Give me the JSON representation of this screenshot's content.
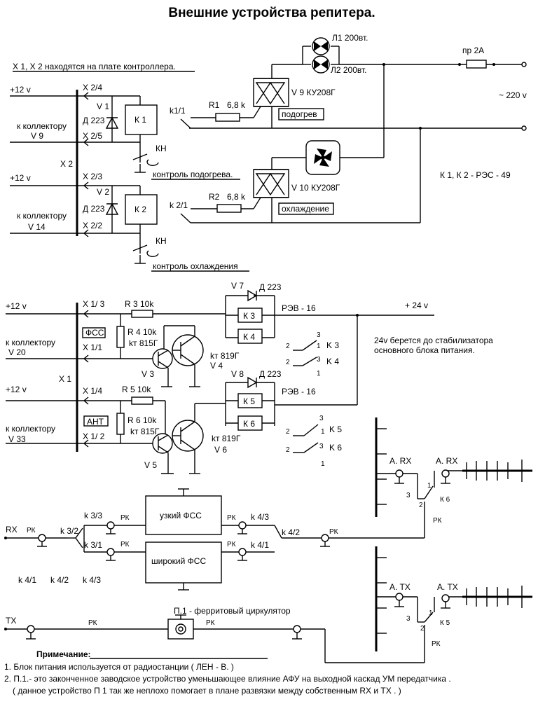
{
  "title": "Внешние устройства репитера.",
  "top": {
    "x_note": "X 1, X 2 находятся на плате контроллера.",
    "lamp1": "Л1 200вт.",
    "lamp2": "Л2 200вт.",
    "fuse": "пр 2А",
    "mains": "~ 220 v",
    "v9": "V 9 КУ208Г",
    "v10": "V 10 КУ208Г",
    "r1": "R1",
    "r1_val": "6,8 k",
    "r2": "R2",
    "r2_val": "6,8 k",
    "k11": "k1/1",
    "k21": "k 2/1",
    "heat": "подогрев",
    "cool": "охлаждение",
    "relays_note": "К 1, К 2 - РЭС - 49",
    "p12a": "+12 v",
    "p12b": "+12 v",
    "x24": "X 2/4",
    "x25": "X 2/5",
    "x23": "X 2/3",
    "x22": "X 2/2",
    "x2": "X 2",
    "v1": "V 1",
    "v2": "V 2",
    "d1": "Д 223",
    "d2": "Д 223",
    "k1": "К 1",
    "k2": "К 2",
    "coll1": "к коллектору",
    "coll1b": "V 9",
    "coll2": "к коллектору",
    "coll2b": "V 14",
    "kn1": "КН",
    "kn2": "КН",
    "ctrl_heat": "контроль подогрева.",
    "ctrl_cool": "контроль охлаждения"
  },
  "mid": {
    "p12a": "+12 v",
    "p12b": "+12 v",
    "x13": "X 1/ 3",
    "x11": "X 1/1",
    "x14": "X 1/4",
    "x12": "X 1/ 2",
    "x1": "X 1",
    "fss": "ФСС",
    "ant": "АНТ",
    "r3": "R 3  10k",
    "r4": "R 4  10k",
    "r5": "R 5  10k",
    "r6": "R 6  10k",
    "kt815a": "kт 815Г",
    "kt815b": "kт 815Г",
    "kt819a": "kт 819Г",
    "kt819b": "kт 819Г",
    "v3": "V 3",
    "v4": "V 4",
    "v5": "V 5",
    "v6": "V 6",
    "v7": "V 7",
    "v8": "V 8",
    "d7": "Д 223",
    "d8": "Д 223",
    "k3": "К 3",
    "k4": "К 4",
    "k5": "К 5",
    "k6": "К 6",
    "rev1": "РЭВ - 16",
    "rev2": "РЭВ - 16",
    "p24": "+ 24 v",
    "note1": "24v берется до стабилизатора",
    "note2": "основного блока питания.",
    "coll1": "к коллектору",
    "coll1b": "V 20",
    "coll2": "к коллектору",
    "coll2b": "V 33",
    "n1": "1",
    "n2": "2",
    "n3": "3",
    "ck3": "K 3",
    "ck4": "K 4",
    "ck5": "K 5",
    "ck6": "K 6"
  },
  "rf": {
    "rx": "RX",
    "tx": "TX",
    "rk": "РК",
    "narrow": "узкий   ФСС",
    "wide": "широкий  ФСС",
    "k32": "k 3/2",
    "k33": "k 3/3",
    "k31": "k 3/1",
    "k43": "k 4/3",
    "k41": "k 4/1",
    "k42": "k 4/2",
    "legend1": "k 4/1",
    "legend2": "k 4/2",
    "legend3": "k 4/3",
    "arx1": "A. RX",
    "arx2": "A. RX",
    "atx1": "A. TX",
    "atx2": "A. TX",
    "k6": "К 6",
    "k5": "К 5",
    "circ": "П.1 - ферритовый циркулятор",
    "c1": "1",
    "c2": "2",
    "c3": "3"
  },
  "notes": {
    "heading": "Примечание:",
    "n1": "1.  Блок питания используется от радиостанции  ( ЛЕН - В. )",
    "n2": "2.  П.1.- это законченное заводское устройство   уменьшающее влияние АФУ на выходной каскад  УМ передатчика .",
    "n3": "( данное устройство  П 1  так же неплохо помогает в плане развязки между собственным  RX  и  TX . )"
  }
}
